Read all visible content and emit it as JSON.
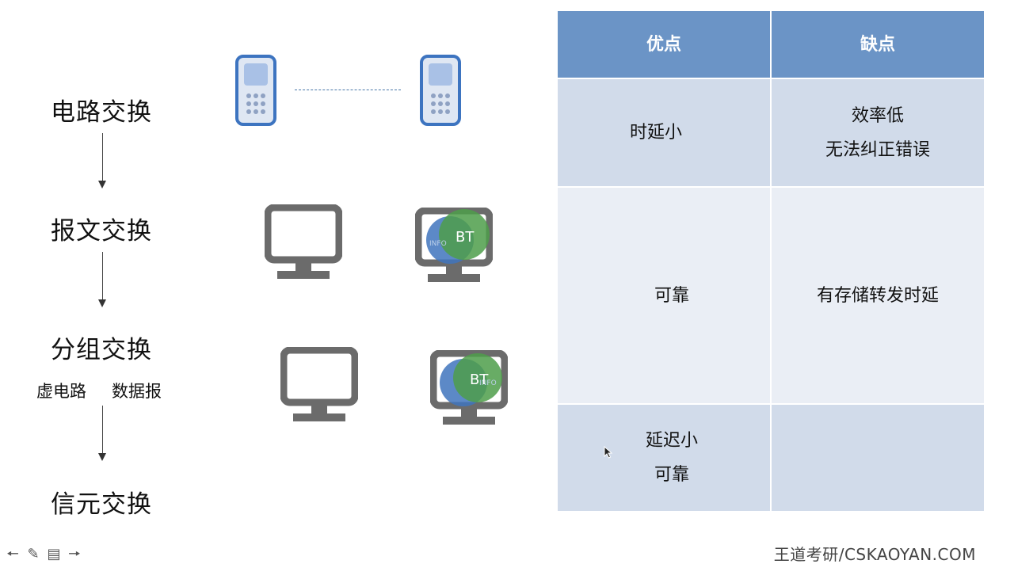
{
  "flow": {
    "circuit": "电路交换",
    "message": "报文交换",
    "packet": "分组交换",
    "cell": "信元交换",
    "virtual_circuit": "虚电路",
    "datagram": "数据报"
  },
  "badges": {
    "bt": "BT",
    "info": "INFO"
  },
  "table": {
    "headers": [
      "优点",
      "缺点"
    ],
    "rows": [
      {
        "pros": [
          "时延小"
        ],
        "cons": [
          "效率低",
          "无法纠正错误"
        ]
      },
      {
        "pros": [
          "可靠"
        ],
        "cons": [
          "有存储转发时延"
        ]
      },
      {
        "pros": [
          "延迟小",
          "可靠"
        ],
        "cons": []
      }
    ]
  },
  "footer": {
    "watermark": "王道考研/CSKAOYAN.COM"
  },
  "colors": {
    "header_blue": "#6b94c6",
    "row_dark": "#d1dbea",
    "row_light": "#eaeef5",
    "monitor_gray": "#6b6b6b",
    "phone_blue": "#3d74c0"
  }
}
